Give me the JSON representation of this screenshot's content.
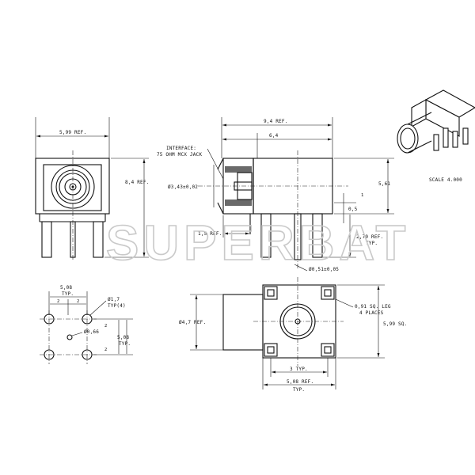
{
  "watermark": "SUPERBAT",
  "front_view": {
    "width_label": "5,99 REF.",
    "height_label": "8,4 REF."
  },
  "side_view": {
    "overall_label": "9,4 REF.",
    "body_label": "6,4",
    "interface_label_1": "INTERFACE:",
    "interface_label_2": "75 OHM MCX JACK",
    "diameter_label": "Ø3,43±0,02",
    "lead_label": "1,5 REF.",
    "height_label": "5,61",
    "offset_label": "0,5",
    "pin_height_label_1": "2,79 REF.",
    "pin_height_label_2": "TYP.",
    "pin_diameter_label": "Ø0,51±0,05"
  },
  "pcb_layout": {
    "pitch_label_1": "5,08",
    "pitch_label_2": "TYP.",
    "half_pitch_left": "2",
    "half_pitch_right": "2",
    "hole_label_1": "Ø1,7",
    "hole_label_2": "TYP(4)",
    "center_hole_label": "Ø0,66",
    "vertical_pitch_1": "5,08",
    "vertical_pitch_2": "TYP.",
    "vertical_half_1": "2",
    "vertical_half_2": "2"
  },
  "bottom_view": {
    "diameter_label": "Ø4,7 REF.",
    "leg_label_1": "0,91 SQ. LEG",
    "leg_label_2": "4 PLACES",
    "size_label": "5,99 SQ.",
    "inner_label_1": "3 TYP.",
    "outer_label_1": "5,08 REF.",
    "outer_label_2": "TYP."
  },
  "iso_view": {
    "scale_label": "SCALE 4.000"
  }
}
